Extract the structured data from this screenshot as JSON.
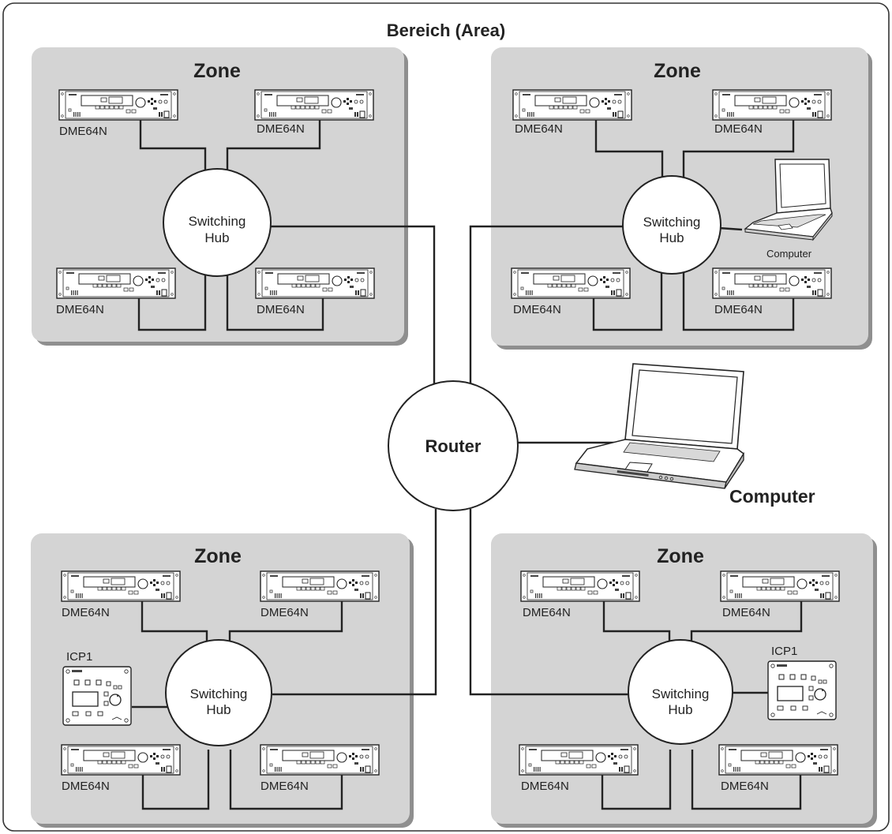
{
  "area": {
    "title": "Bereich (Area)"
  },
  "router": {
    "label": "Router"
  },
  "computer": {
    "label": "Computer"
  },
  "zones": [
    {
      "title": "Zone",
      "hub": {
        "line1": "Switching",
        "line2": "Hub"
      },
      "devices": [
        {
          "type": "dme",
          "label": "DME64N"
        },
        {
          "type": "dme",
          "label": "DME64N"
        },
        {
          "type": "dme",
          "label": "DME64N"
        },
        {
          "type": "dme",
          "label": "DME64N"
        }
      ]
    },
    {
      "title": "Zone",
      "hub": {
        "line1": "Switching",
        "line2": "Hub"
      },
      "devices": [
        {
          "type": "dme",
          "label": "DME64N"
        },
        {
          "type": "dme",
          "label": "DME64N"
        },
        {
          "type": "dme",
          "label": "DME64N"
        },
        {
          "type": "dme",
          "label": "DME64N"
        },
        {
          "type": "laptop",
          "label": "Computer"
        }
      ]
    },
    {
      "title": "Zone",
      "hub": {
        "line1": "Switching",
        "line2": "Hub"
      },
      "devices": [
        {
          "type": "dme",
          "label": "DME64N"
        },
        {
          "type": "dme",
          "label": "DME64N"
        },
        {
          "type": "icp",
          "label": "ICP1"
        },
        {
          "type": "dme",
          "label": "DME64N"
        },
        {
          "type": "dme",
          "label": "DME64N"
        }
      ]
    },
    {
      "title": "Zone",
      "hub": {
        "line1": "Switching",
        "line2": "Hub"
      },
      "devices": [
        {
          "type": "dme",
          "label": "DME64N"
        },
        {
          "type": "dme",
          "label": "DME64N"
        },
        {
          "type": "icp",
          "label": "ICP1"
        },
        {
          "type": "dme",
          "label": "DME64N"
        },
        {
          "type": "dme",
          "label": "DME64N"
        }
      ]
    }
  ]
}
